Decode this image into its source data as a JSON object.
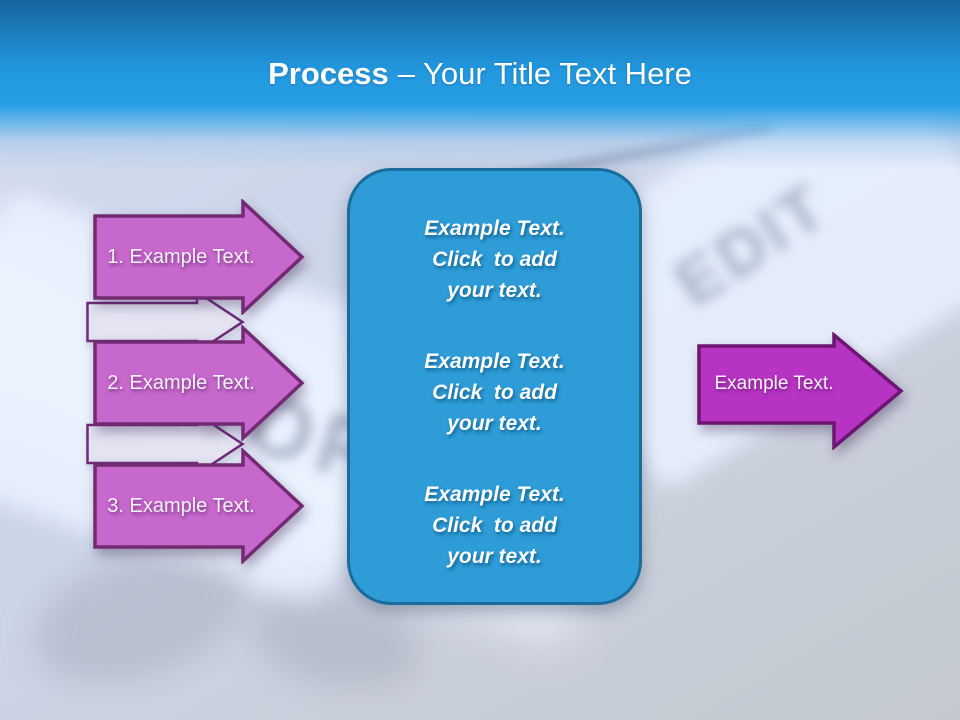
{
  "slide": {
    "title": {
      "bold": "Process",
      "rest": "– Your Title Text Here"
    },
    "left_arrows": [
      {
        "label": "1. Example Text."
      },
      {
        "label": "2. Example Text."
      },
      {
        "label": "3. Example Text."
      }
    ],
    "center_box": {
      "paragraphs": [
        "Example Text.\nClick  to add\nyour text.",
        "Example Text.\nClick  to add\nyour text.",
        "Example Text.\nClick  to add\nyour text."
      ]
    },
    "right_arrow": {
      "label": "Example Text."
    },
    "background_keys": {
      "top_right": "EDIT",
      "center_left": "STOP"
    },
    "colors": {
      "header_blue": "#2196dd",
      "left_arrow_fill": "#c768cd",
      "left_arrow_border": "#722a72",
      "hollow_arrow_border": "#6e2a78",
      "right_arrow_fill": "#b733c2",
      "right_arrow_border": "#6d1573",
      "box_fill": "#2d9cd7",
      "box_border": "#1a6c9d"
    }
  }
}
